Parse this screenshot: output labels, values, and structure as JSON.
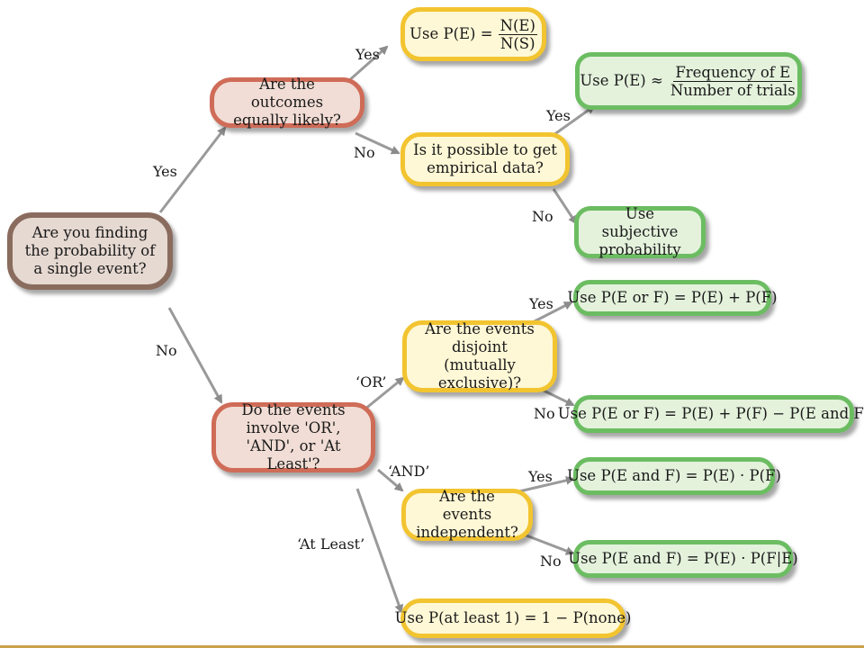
{
  "nodes": {
    "start": "Are you finding the probability of a single event?",
    "equally_likely": "Are the outcomes equally likely?",
    "empirical": "Is it possible to get empirical data?",
    "subjective": "Use subjective probability",
    "or_and": "Do the events involve 'OR', 'AND', or 'At Least'?",
    "disjoint": "Are the events disjoint (mutually exclusive)?",
    "independent": "Are the events independent?"
  },
  "formulas": {
    "classical": {
      "prefix": "Use P(E) =",
      "numerator": "N(E)",
      "denominator": "N(S)"
    },
    "empirical": {
      "prefix": "Use P(E) ≈",
      "numerator": "Frequency of E",
      "denominator": "Number of trials"
    },
    "add_disjoint": "Use P(E or F) = P(E) + P(F)",
    "add_general": "Use P(E or F) = P(E) + P(F) − P(E and F)",
    "mult_indep": "Use P(E and F) = P(E) · P(F)",
    "mult_dep": "Use P(E and F) = P(E) · P(F|E)",
    "at_least": "Use P(at least 1) = 1 − P(none)"
  },
  "edge_labels": {
    "yes": "Yes",
    "no": "No",
    "or": "‘OR’",
    "and": "‘AND’",
    "at_least": "‘At Least’"
  },
  "colors": {
    "start_border": "#8a6c5e",
    "question_border": "#cf6c58",
    "decision_border": "#f2c430",
    "result_border": "#6cbd62",
    "arrow": "#8c8c8c"
  }
}
